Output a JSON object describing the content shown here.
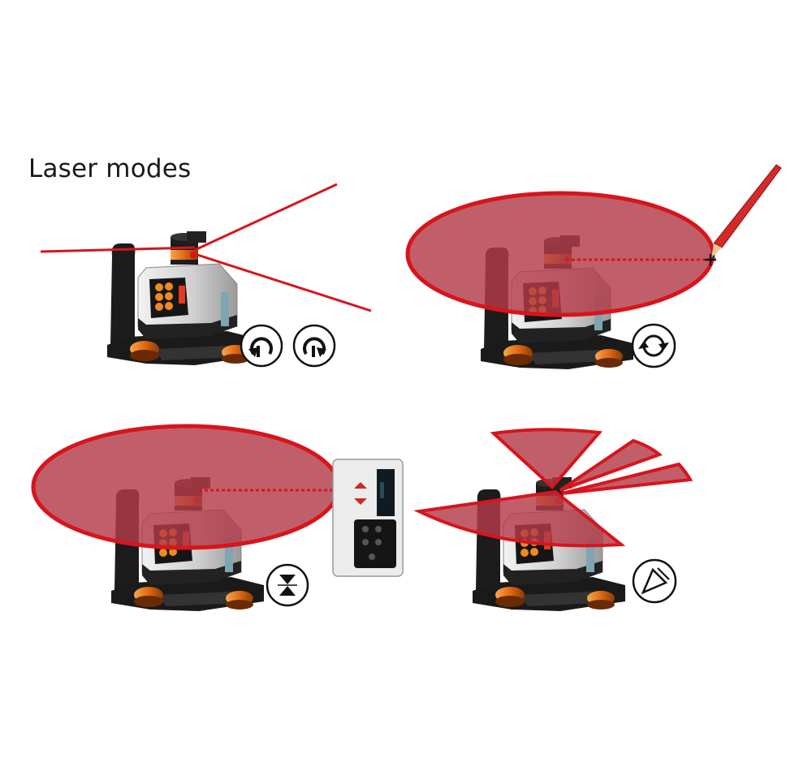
{
  "title": "Laser modes",
  "panels": [
    {
      "id": "point-line-mode",
      "icons": [
        "rotate-counterclockwise-icon",
        "rotate-clockwise-icon"
      ]
    },
    {
      "id": "rotation-mode",
      "icons": [
        "rotation-circle-icon"
      ]
    },
    {
      "id": "receiver-mode",
      "icons": [
        "hourglass-receiver-icon"
      ]
    },
    {
      "id": "scan-mode",
      "icons": [
        "scan-angle-icon"
      ]
    }
  ],
  "colors": {
    "laser": "#d8141c",
    "laser_fill": "#b7404a",
    "housing_grey": "#dcdcdc",
    "body_dark": "#1c1c1c",
    "accent_orange": "#e36b18",
    "pencil": "#d42a2a"
  }
}
